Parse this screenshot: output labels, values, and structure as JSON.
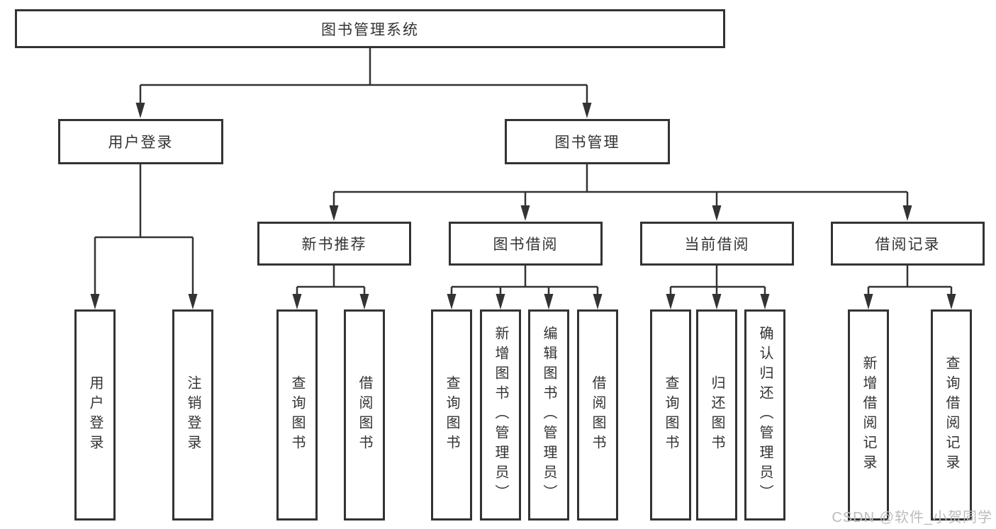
{
  "diagram_title": "图书管理系统",
  "tree": {
    "label": "图书管理系统",
    "children": [
      {
        "label": "用户登录",
        "children": [
          {
            "label": "用户登录"
          },
          {
            "label": "注销登录"
          }
        ]
      },
      {
        "label": "图书管理",
        "children": [
          {
            "label": "新书推荐",
            "children": [
              {
                "label": "查询图书"
              },
              {
                "label": "借阅图书"
              }
            ]
          },
          {
            "label": "图书借阅",
            "children": [
              {
                "label": "查询图书"
              },
              {
                "label": "新增图书（管理员）"
              },
              {
                "label": "编辑图书（管理员）"
              },
              {
                "label": "借阅图书"
              }
            ]
          },
          {
            "label": "当前借阅",
            "children": [
              {
                "label": "查询图书"
              },
              {
                "label": "归还图书"
              },
              {
                "label": "确认归还（管理员）"
              }
            ]
          },
          {
            "label": "借阅记录",
            "children": [
              {
                "label": "新增借阅记录"
              },
              {
                "label": "查询借阅记录"
              }
            ]
          }
        ]
      }
    ]
  },
  "watermark": "CSDN @软件_小贺同学",
  "colors": {
    "line": "#333333",
    "box_border": "#333333",
    "text": "#333333",
    "background": "#ffffff",
    "watermark": "#bcbcbc"
  }
}
